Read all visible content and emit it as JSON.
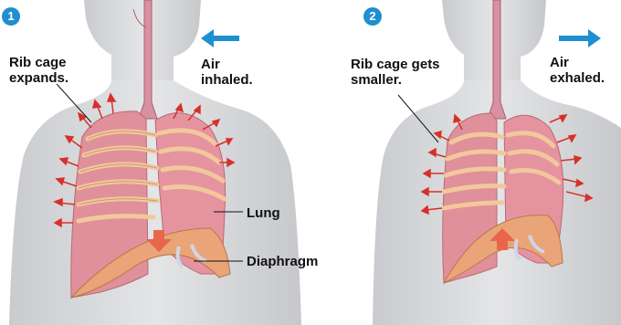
{
  "panels": [
    {
      "step": "1",
      "label_rib": [
        "Rib cage",
        "expands."
      ],
      "label_air": [
        "Air",
        "inhaled."
      ],
      "label_lung": "Lung",
      "label_diaphragm": "Diaphragm"
    },
    {
      "step": "2",
      "label_rib": [
        "Rib cage gets",
        "smaller."
      ],
      "label_air": [
        "Air",
        "exhaled."
      ]
    }
  ],
  "colors": {
    "skin": "#d9dadc",
    "skin_shadow": "#b9bbbf",
    "lung": "#e0909a",
    "rib": "#f1c89c",
    "diaphragm": "#e9a577",
    "trachea": "#d891a1",
    "arrow_red": "#d7302a",
    "air_arrow": "#1f8fd0",
    "badge": "#1f8fd0"
  }
}
